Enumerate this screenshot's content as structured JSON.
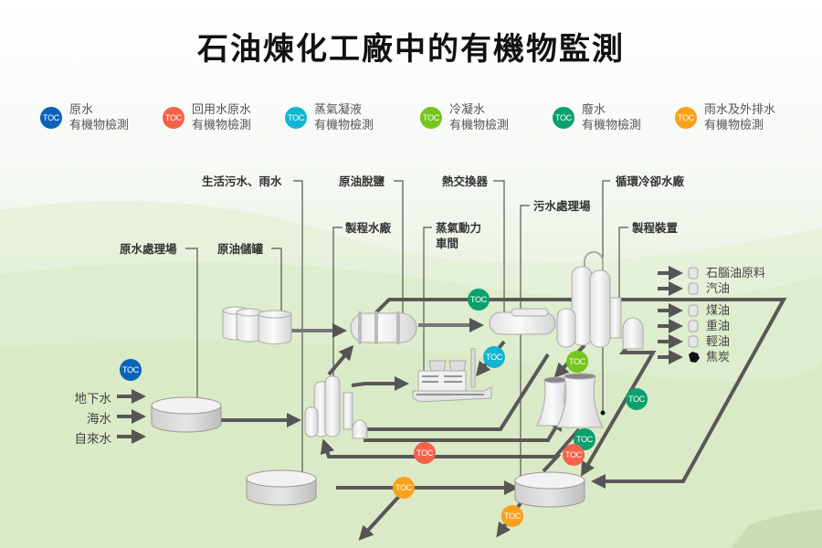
{
  "title": "石油煉化工廠中的有機物監測",
  "colors": {
    "raw_water": "#0a63b8",
    "recycled_raw_water": "#f4624a",
    "steam_condensate": "#15b4d0",
    "condensate": "#76c41e",
    "wastewater": "#0ba06e",
    "rain_and_discharge": "#f9a11b"
  },
  "toc_text": "TOC",
  "legend": [
    {
      "key": "raw_water",
      "line1": "原水",
      "line2": "有機物檢測"
    },
    {
      "key": "recycled_raw_water",
      "line1": "回用水原水",
      "line2": "有機物檢測"
    },
    {
      "key": "steam_condensate",
      "line1": "蒸氣凝液",
      "line2": "有機物檢測"
    },
    {
      "key": "condensate",
      "line1": "冷凝水",
      "line2": "有機物檢測"
    },
    {
      "key": "wastewater",
      "line1": "廢水",
      "line2": "有機物檢測"
    },
    {
      "key": "rain_and_discharge",
      "line1": "雨水及外排水",
      "line2": "有機物檢測"
    }
  ],
  "facility_labels": {
    "domestic_sewage_rain": "生活污水、雨水",
    "crude_desalting": "原油脫鹽",
    "heat_exchanger": "熱交換器",
    "cooling_water_plant": "循環冷卻水廠",
    "sewage_treatment": "污水處理場",
    "process_water_plant": "製程水廠",
    "steam_power_line1": "蒸氣動力",
    "steam_power_line2": "車間",
    "process_unit": "製程裝置",
    "raw_water_treatment": "原水處理場",
    "crude_storage": "原油儲罐"
  },
  "inputs": [
    "地下水",
    "海水",
    "自來水"
  ],
  "outputs": [
    {
      "label": "石腦油原料",
      "icon": "barrel"
    },
    {
      "label": "汽油",
      "icon": "barrel"
    },
    {
      "label": "煤油",
      "icon": "barrel"
    },
    {
      "label": "重油",
      "icon": "barrel"
    },
    {
      "label": "輕油",
      "icon": "barrel"
    },
    {
      "label": "焦炭",
      "icon": "coke"
    }
  ]
}
